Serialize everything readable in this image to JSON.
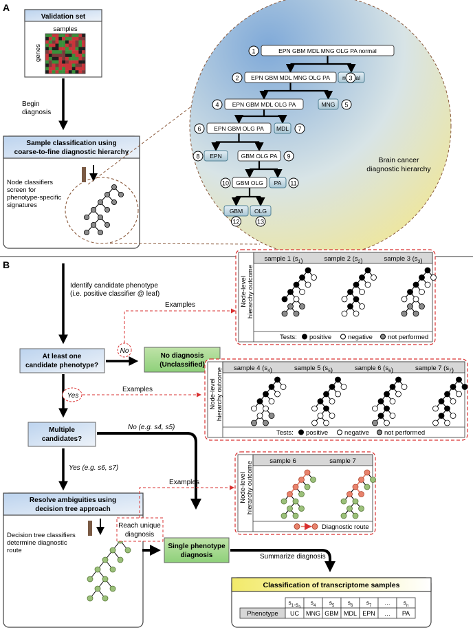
{
  "panel_labels": {
    "a": "A",
    "b": "B"
  },
  "panel_a": {
    "validation_title": "Validation set",
    "samples_label": "samples",
    "genes_label": "genes",
    "begin_label_1": "Begin",
    "begin_label_2": "diagnosis",
    "classification_title_1": "Sample classification using",
    "classification_title_2": "coarse-to-fine diagnostic hierarchy",
    "node_text": [
      "Node classifiers",
      "screen for",
      "phenotype-specific",
      "signatures"
    ],
    "hierarchy_caption_1": "Brain cancer",
    "hierarchy_caption_2": "diagnostic hierarchy",
    "nodes": [
      {
        "num": "1",
        "label": "EPN GBM MDL MNG OLG PA normal"
      },
      {
        "num": "2",
        "label": "EPN GBM MDL MNG OLG PA"
      },
      {
        "num": "3",
        "label": "normal"
      },
      {
        "num": "4",
        "label": "EPN GBM MDL OLG PA"
      },
      {
        "num": "5",
        "label": "MNG"
      },
      {
        "num": "6",
        "label": "EPN GBM OLG PA"
      },
      {
        "num": "7",
        "label": "MDL"
      },
      {
        "num": "8",
        "label": "EPN"
      },
      {
        "num": "9",
        "label": "GBM OLG PA"
      },
      {
        "num": "10",
        "label": "GBM OLG"
      },
      {
        "num": "11",
        "label": "PA"
      },
      {
        "num": "12",
        "label": "GBM"
      },
      {
        "num": "13",
        "label": "OLG"
      }
    ]
  },
  "panel_b": {
    "identify_1": "Identify candidate phenotype",
    "identify_2": "(i.e. positive classifier @ leaf)",
    "examples": "Examples",
    "q_one_1": "At least one",
    "q_one_2": "candidate phenotype?",
    "no": "No",
    "yes": "Yes",
    "no_diag_1": "No diagnosis",
    "no_diag_2": "(Unclassified)",
    "multiple_1": "Multiple",
    "multiple_2": "candidates?",
    "no_eg": "No (e.g. s4, s5)",
    "yes_eg": "Yes (e.g. s6, s7)",
    "resolve_1": "Resolve ambiguities using",
    "resolve_2": "decision tree approach",
    "dt_text": [
      "Decision tree classifiers",
      "determine diagnostic",
      "route"
    ],
    "reach_1": "Reach unique",
    "reach_2": "diagnosis",
    "single_1": "Single phenotype",
    "single_2": "diagnosis",
    "summarize": "Summarize diagnosis",
    "nl_label_1": "Node-level",
    "nl_label_2": "hierarchy outcome",
    "tests_label": "Tests:",
    "positive": "positive",
    "negative": "negative",
    "not_performed": "not performed",
    "samples_row1": [
      "sample 1 (s1)",
      "sample 2 (s2)",
      "sample 3 (s3)"
    ],
    "samples_row2": [
      "sample 4 (s4)",
      "sample 5 (s5)",
      "sample 6 (s6)",
      "sample 7 (s7)"
    ],
    "samples_row3": [
      "sample 6",
      "sample 7"
    ],
    "diag_route": "Diagnostic route",
    "classification_title": "Classification of transcriptome samples",
    "table_headers": [
      "s1-s3",
      "s4",
      "s5",
      "s6",
      "s7",
      "…",
      "sn"
    ],
    "table_row_label": "Phenotype",
    "table_values": [
      "UC",
      "MNG",
      "GBM",
      "MDL",
      "EPN",
      "…",
      "PA"
    ]
  },
  "colors": {
    "pos": "#000000",
    "neg": "#ffffff",
    "np": "#8c8c8c",
    "green": "#9bc07a",
    "route": "#e8826c",
    "red_dash": "#d93030"
  }
}
